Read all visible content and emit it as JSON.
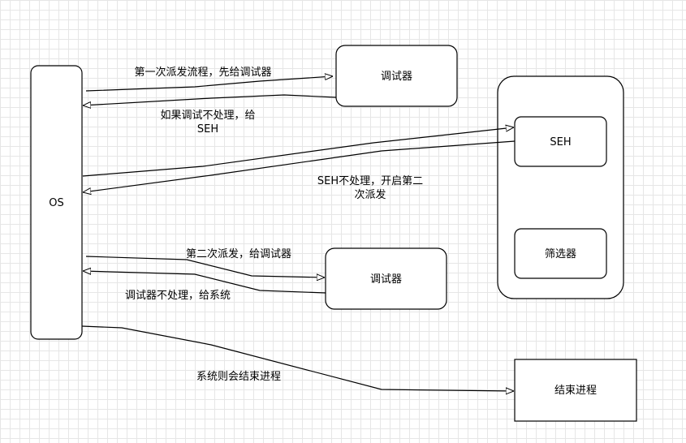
{
  "nodes": {
    "os": "OS",
    "debugger_1": "调试器",
    "seh": "SEH",
    "filter": "筛选器",
    "debugger_2": "调试器",
    "end_process": "结束进程"
  },
  "edges": {
    "first_dispatch": "第一次派发流程，先给调试器",
    "debugger_not_handled_line1": "如果调试不处理，给",
    "debugger_not_handled_line2": "SEH",
    "seh_not_handled_line1": "SEH不处理，开启第二",
    "seh_not_handled_line2": "次派发",
    "second_dispatch": "第二次派发，给调试器",
    "debugger_not_handled_system": "调试器不处理，给系统",
    "system_end_process": "系统则会结束进程"
  }
}
